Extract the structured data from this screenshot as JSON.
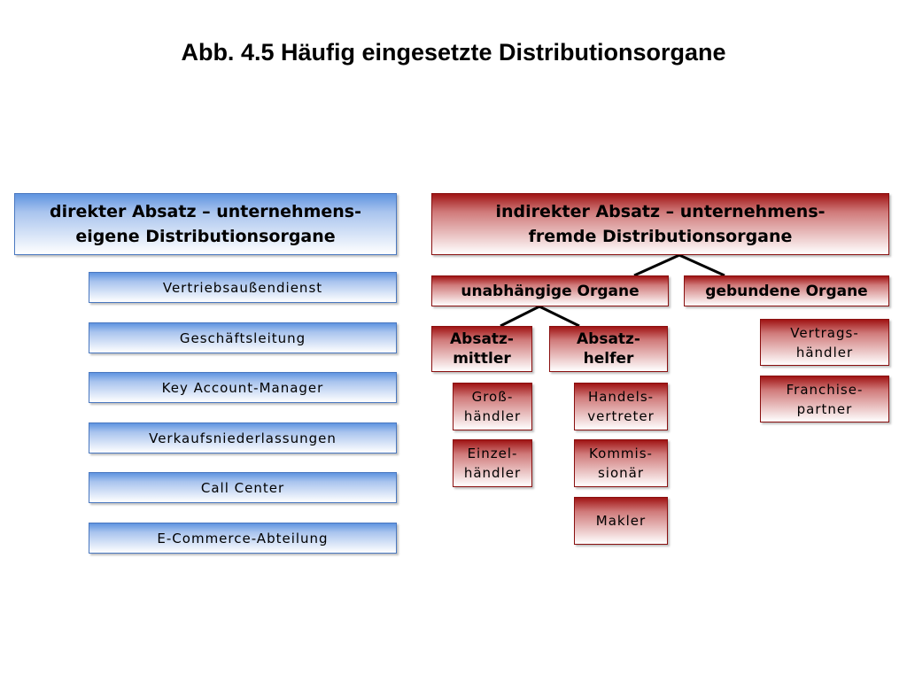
{
  "title": "Abb. 4.5  Häufig eingesetzte Distributionsorgane",
  "direct": {
    "header": "direkter Absatz – unternehmens-\neigene Distributionsorgane",
    "items": [
      "Vertriebsaußendienst",
      "Geschäftsleitung",
      "Key Account-Manager",
      "Verkaufsniederlassungen",
      "Call Center",
      "E-Commerce-Abteilung"
    ]
  },
  "indirect": {
    "header": "indirekter Absatz – unternehmens-\nfremde Distributionsorgane",
    "independent": {
      "label": "unabhängige Organe",
      "mittler": {
        "label": "Absatz-\nmittler",
        "items": [
          "Groß-\nhändler",
          "Einzel-\nhändler"
        ]
      },
      "helfer": {
        "label": "Absatz-\nhelfer",
        "items": [
          "Handels-\nvertreter",
          "Kommis-\nsionär",
          "Makler"
        ]
      }
    },
    "bound": {
      "label": "gebundene Organe",
      "items": [
        "Vertrags-\nhändler",
        "Franchise-\npartner"
      ]
    }
  }
}
